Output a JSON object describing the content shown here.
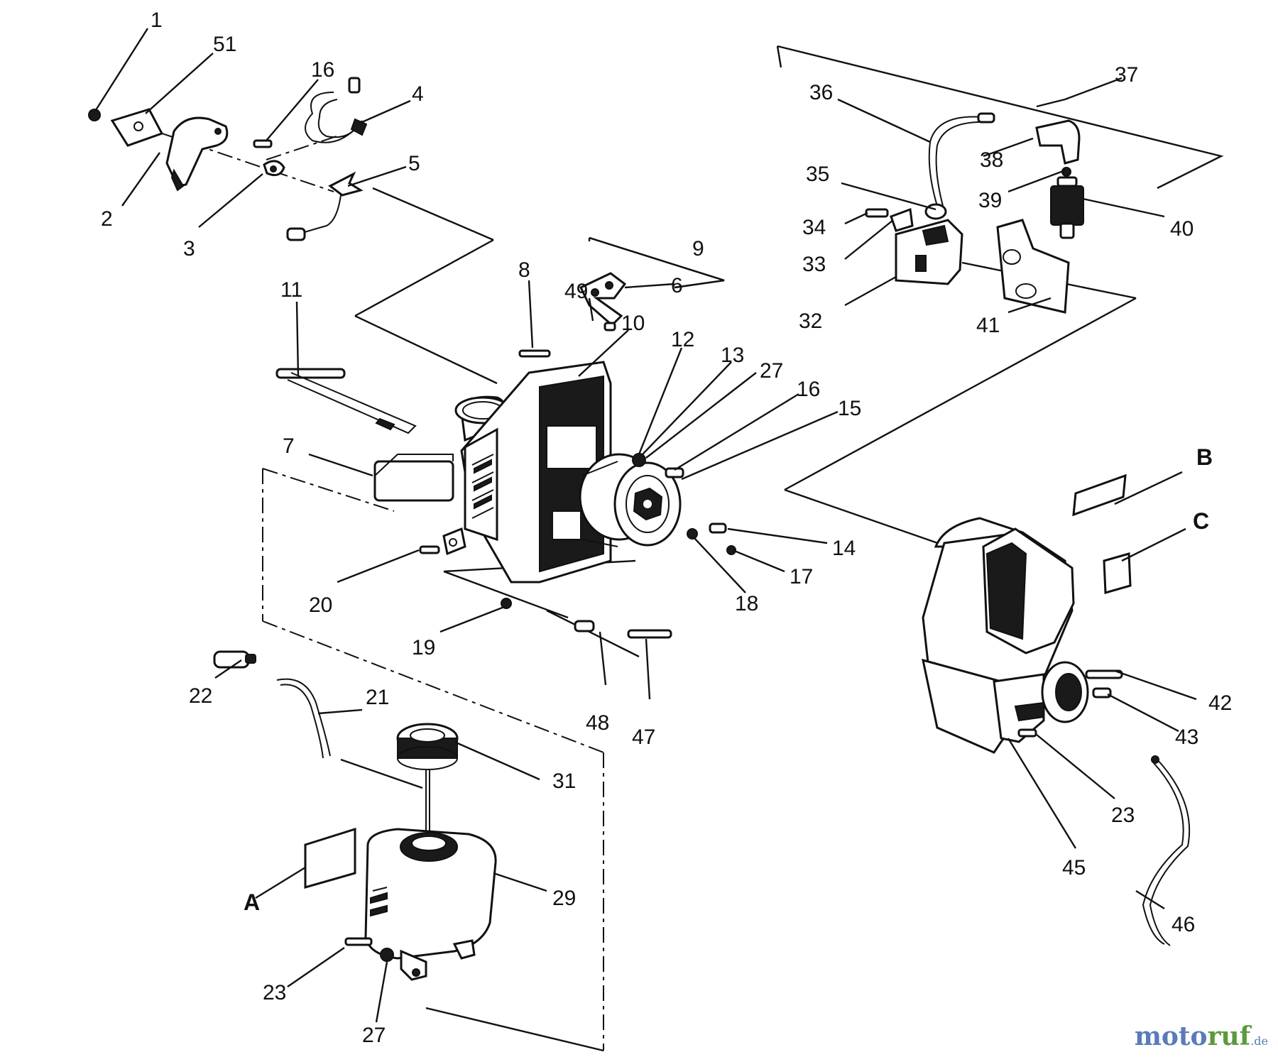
{
  "labels": {
    "p1": "1",
    "p51": "51",
    "p16a": "16",
    "p4": "4",
    "p5": "5",
    "p2": "2",
    "p3": "3",
    "p9": "9",
    "p6": "6",
    "p8": "8",
    "p49": "49",
    "p10": "10",
    "p11": "11",
    "p12": "12",
    "p13": "13",
    "p27a": "27",
    "p16b": "16",
    "p15": "15",
    "p7": "7",
    "p14": "14",
    "p17": "17",
    "p18": "18",
    "p20": "20",
    "p19": "19",
    "p48": "48",
    "p47": "47",
    "p22": "22",
    "p21": "21",
    "p31": "31",
    "p29": "29",
    "pA": "A",
    "p23a": "23",
    "p27b": "27",
    "p37": "37",
    "p36": "36",
    "p38": "38",
    "p35": "35",
    "p39": "39",
    "p34": "34",
    "p40": "40",
    "p33": "33",
    "p32": "32",
    "p41": "41",
    "pB": "B",
    "pC": "C",
    "p42": "42",
    "p43": "43",
    "p23b": "23",
    "p45": "45",
    "p46": "46"
  },
  "watermark": {
    "part1": "moto",
    "part2": "ruf",
    "suffix": ".de"
  }
}
